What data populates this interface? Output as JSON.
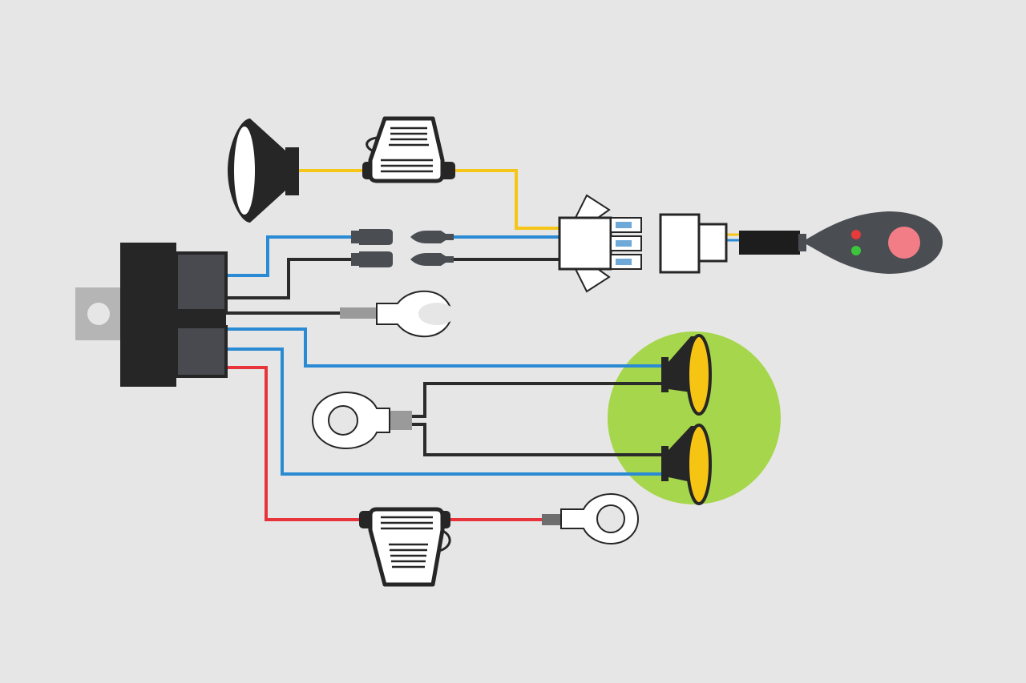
{
  "diagram": {
    "kind": "wiring-harness",
    "background_color": "#e6e6e6",
    "components": [
      {
        "id": "relay",
        "icon": "relay-icon"
      },
      {
        "id": "horn",
        "icon": "horn-icon"
      },
      {
        "id": "fuse-holder-top",
        "icon": "inline-fuse-holder-icon"
      },
      {
        "id": "connector-plug-3pin",
        "icon": "connector-plug-icon"
      },
      {
        "id": "connector-socket",
        "icon": "connector-socket-icon"
      },
      {
        "id": "switch-remote",
        "icon": "switch-remote-icon",
        "led_colors": [
          "#e53b3b",
          "#3dc43d"
        ],
        "button_color": "#f27d86"
      },
      {
        "id": "bullet-connectors",
        "icon": "bullet-connector-icon"
      },
      {
        "id": "fork-terminal",
        "icon": "fork-terminal-icon"
      },
      {
        "id": "ring-terminal-ground",
        "icon": "ring-terminal-icon"
      },
      {
        "id": "fog-lamp-top",
        "icon": "fog-lamp-icon"
      },
      {
        "id": "fog-lamp-bottom",
        "icon": "fog-lamp-icon"
      },
      {
        "id": "fuse-holder-bottom",
        "icon": "inline-fuse-holder-icon"
      },
      {
        "id": "ring-terminal-battery",
        "icon": "ring-terminal-icon"
      }
    ],
    "wire_colors": {
      "yellow": "#f5c518",
      "blue": "#2a8ad4",
      "black": "#2b2b2b",
      "red": "#e8333a"
    },
    "highlight_color": "#a5d64b",
    "lamp_lens_color": "#f6c514"
  }
}
